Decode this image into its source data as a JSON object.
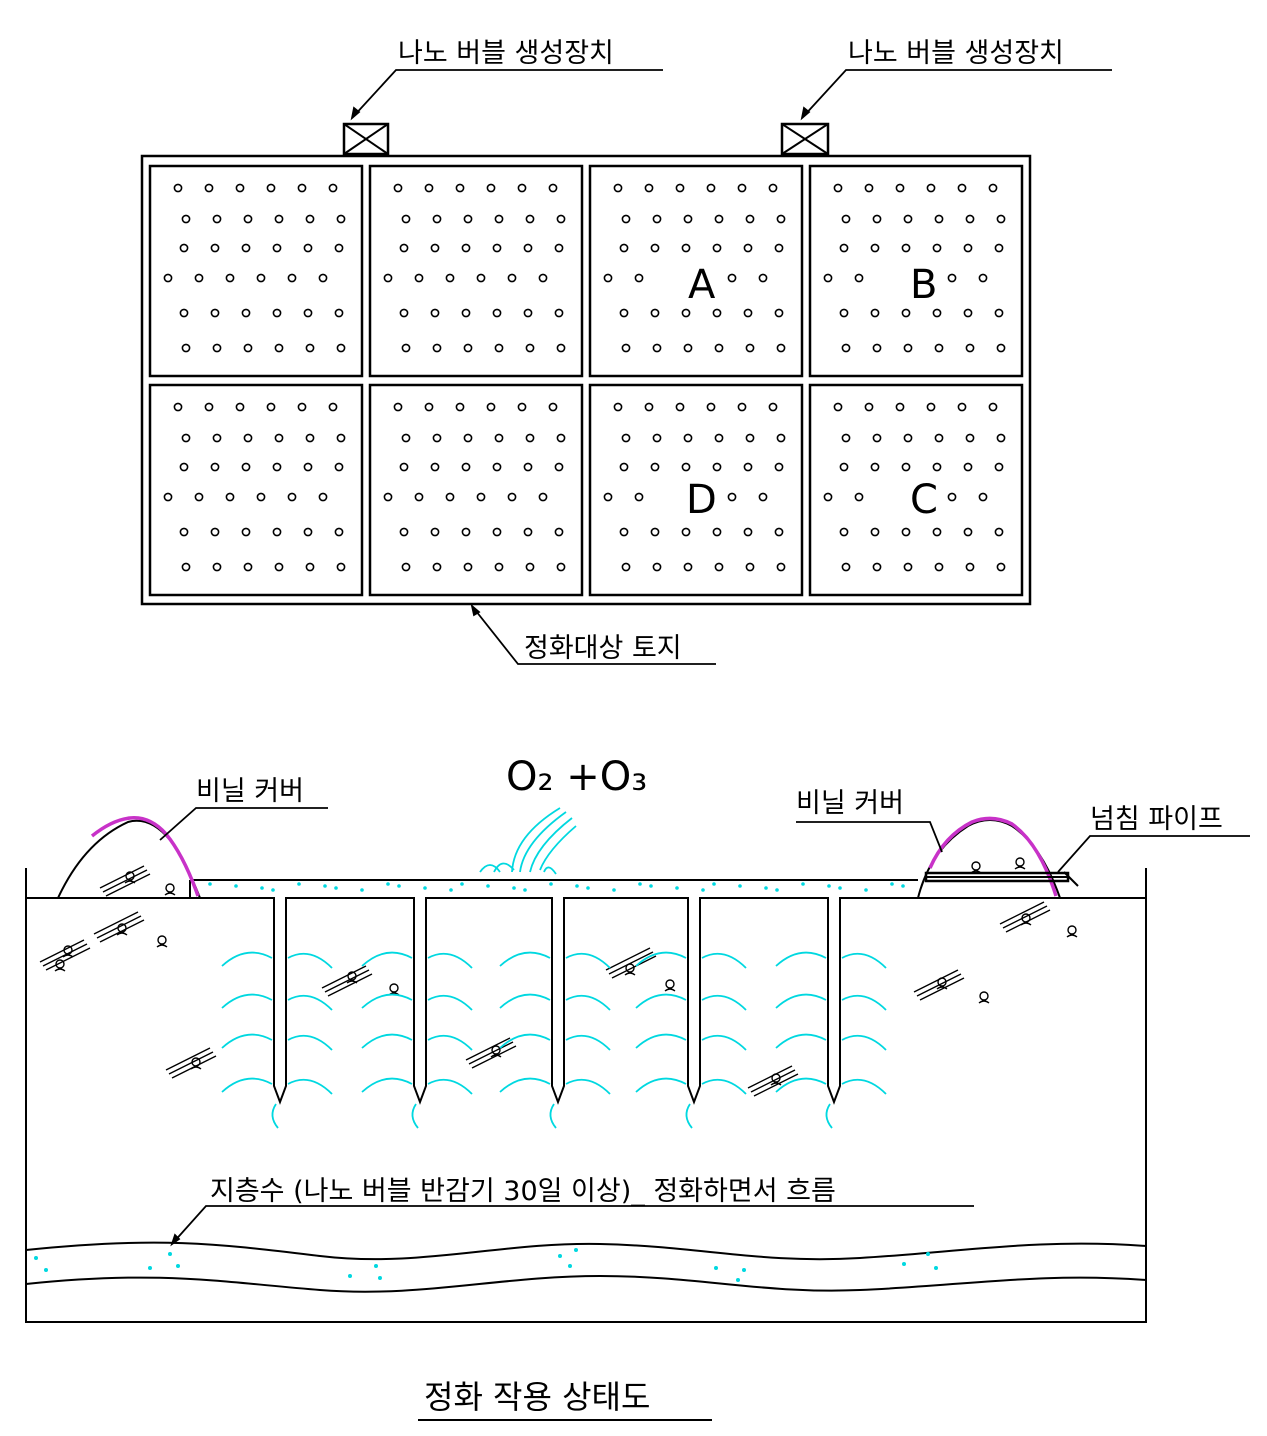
{
  "top": {
    "device_label_left": "나노 버블 생성장치",
    "device_label_right": "나노 버블 생성장치",
    "site_label": "정화대상 토지",
    "zones": [
      "A",
      "B",
      "C",
      "D"
    ]
  },
  "bottom": {
    "gas_label": "O₂ +O₃",
    "cover_left": "비닐 커버",
    "cover_right": "비닐 커버",
    "overflow_pipe": "넘침 파이프",
    "groundwater": "지층수 (나노 버블 반감기 30일 이상)_ 정화하면서 흐름"
  },
  "caption": "정화 작용 상태도",
  "colors": {
    "line": "#000000",
    "cover": "#c832c8",
    "water": "#00d8e0"
  }
}
